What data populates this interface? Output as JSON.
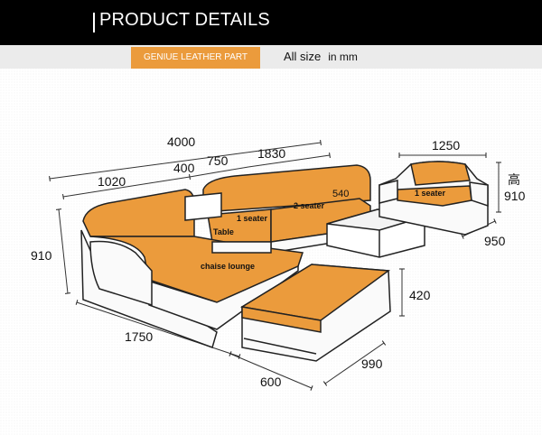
{
  "header": {
    "title": "PRODUCT DETAILS",
    "badge": "GENIUE LEATHER PART",
    "size_note": "All size",
    "unit_note": "in mm"
  },
  "dimensions": {
    "total_width": "4000",
    "chaise_width": "1020",
    "table_width": "400",
    "one_seater_width": "750",
    "two_seater_width": "1830",
    "seat_depth": "540",
    "height": "910",
    "chaise_length": "1750",
    "ottoman_height": "420",
    "ottoman_width": "600",
    "ottoman_depth": "990",
    "armchair_width": "1250",
    "armchair_height_label": "高",
    "armchair_height": "910",
    "armchair_depth": "950"
  },
  "labels": {
    "table": "Table",
    "one_seater": "1 seater",
    "two_seater": "2 seater",
    "chaise_lounge": "chaise lounge",
    "armchair": "1 seater"
  },
  "colors": {
    "leather": "#eb9b3c",
    "header_bg": "#000000",
    "subheader_bg": "#ebebeb"
  }
}
